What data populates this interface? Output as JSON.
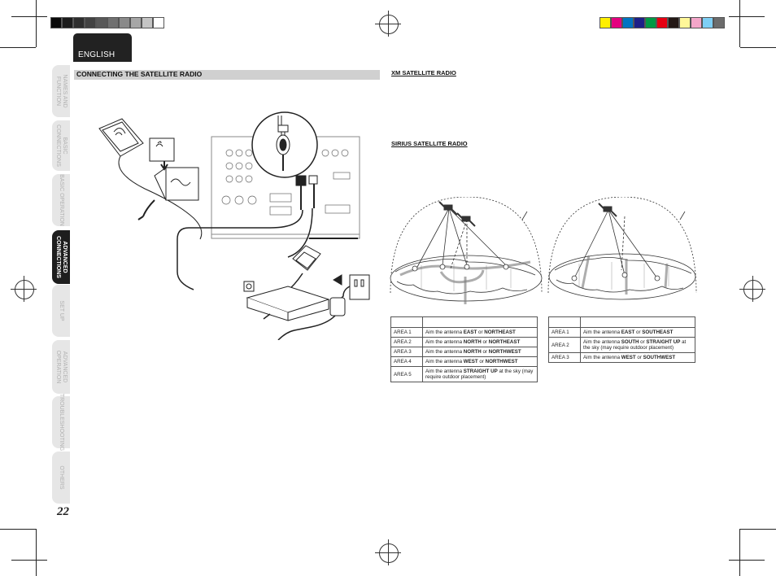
{
  "header": {
    "language": "ENGLISH"
  },
  "side_tabs": [
    {
      "label": "NAMES AND\nFUNCTION",
      "active": false
    },
    {
      "label": "BASIC\nCONNECTIONS",
      "active": false
    },
    {
      "label": "BASIC OPERATION",
      "active": false
    },
    {
      "label": "ADVANCED\nCONNECTIONS",
      "active": true
    },
    {
      "label": "SET UP",
      "active": false
    },
    {
      "label": "ADVANCED\nOPERATION",
      "active": false
    },
    {
      "label": "TROUBLESHOOTING",
      "active": false
    },
    {
      "label": "OTHERS",
      "active": false
    }
  ],
  "section": {
    "title": "CONNECTING THE SATELLITE RADIO"
  },
  "xm": {
    "title": "XM SATELLITE RADIO",
    "rows": [
      {
        "area": "AREA 1",
        "pre": "Aim the antenna ",
        "b1": "EAST",
        "mid": " or ",
        "b2": "NORTHEAST",
        "post": ""
      },
      {
        "area": "AREA 2",
        "pre": "Aim the antenna ",
        "b1": "NORTH",
        "mid": " or ",
        "b2": "NORTHEAST",
        "post": ""
      },
      {
        "area": "AREA 3",
        "pre": "Aim the antenna ",
        "b1": "NORTH",
        "mid": " or ",
        "b2": "NORTHWEST",
        "post": ""
      },
      {
        "area": "AREA 4",
        "pre": "Aim the antenna ",
        "b1": "WEST",
        "mid": " or ",
        "b2": "NORTHWEST",
        "post": ""
      },
      {
        "area": "AREA 5",
        "pre": "Aim the antenna ",
        "b1": "STRAIGHT UP",
        "mid": " at the sky (may require outdoor placement)",
        "b2": "",
        "post": ""
      }
    ]
  },
  "sirius": {
    "title": "SIRIUS SATELLITE RADIO",
    "rows": [
      {
        "area": "AREA 1",
        "pre": "Aim the antenna ",
        "b1": "EAST",
        "mid": " or ",
        "b2": "SOUTHEAST",
        "post": ""
      },
      {
        "area": "AREA 2",
        "pre": "Aim the antenna ",
        "b1": "SOUTH",
        "mid": " or ",
        "b2": "STRAIGHT UP",
        "post": " at the sky (may require outdoor placement)"
      },
      {
        "area": "AREA 3",
        "pre": "Aim the antenna ",
        "b1": "WEST",
        "mid": " or ",
        "b2": "SOUTHWEST",
        "post": ""
      }
    ]
  },
  "page_number": "22",
  "colors": {
    "gray_swatches": [
      "#0a0a0a",
      "#1c1c1c",
      "#2e2e2e",
      "#424242",
      "#585858",
      "#707070",
      "#8a8a8a",
      "#a6a6a6",
      "#c4c4c4",
      "#ffffff"
    ],
    "color_swatches": [
      "#ffef00",
      "#e4007f",
      "#0074c1",
      "#1d2088",
      "#009944",
      "#e60012",
      "#231815",
      "#fff799",
      "#f4a6c9",
      "#7ecef4",
      "#6c6c6c"
    ]
  }
}
